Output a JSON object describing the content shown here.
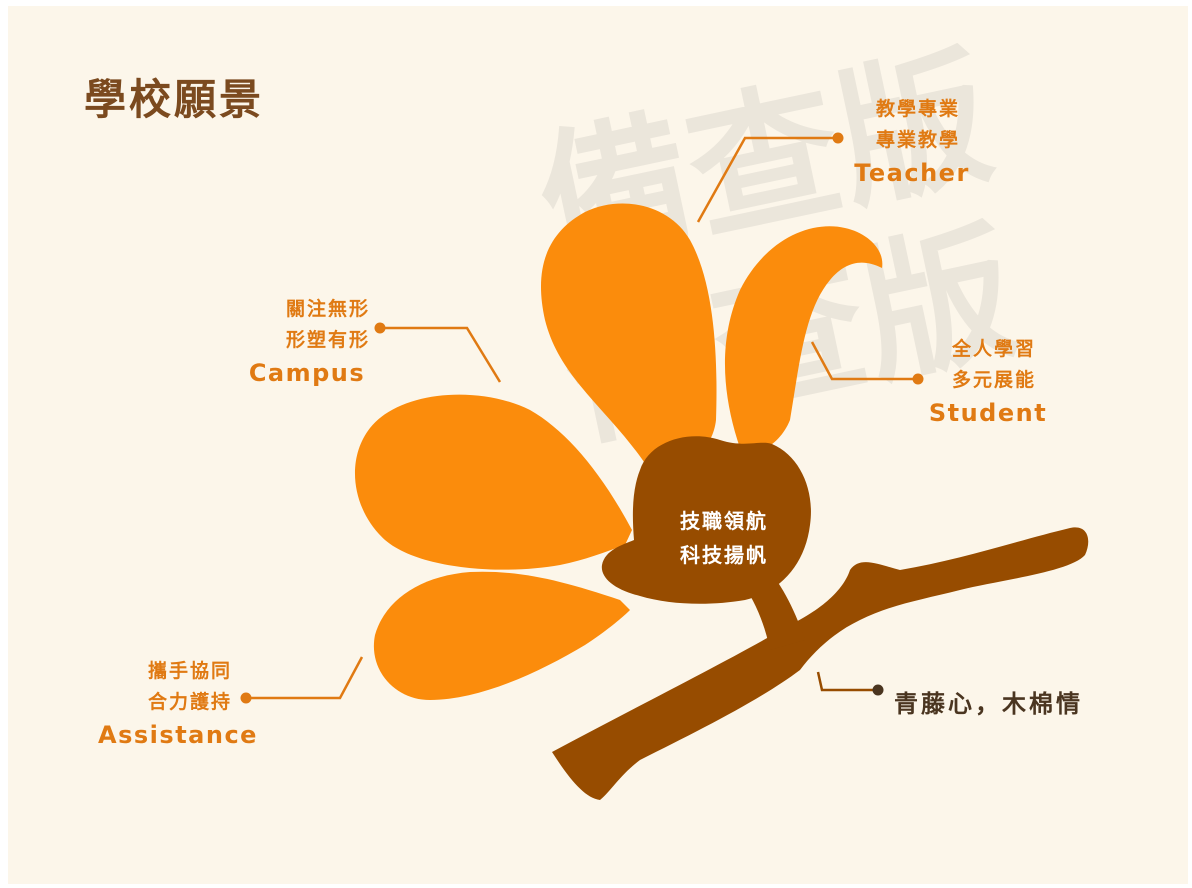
{
  "title": "學校願景",
  "watermark": [
    "備查版",
    "備查版"
  ],
  "colors": {
    "background": "#fcf6ea",
    "petal": "#fb8c0c",
    "stem": "#974c00",
    "label": "#e07a13",
    "title": "#7b4a1f"
  },
  "center": {
    "line1": "技職領航",
    "line2": "科技揚帆"
  },
  "labels": {
    "teacher": {
      "line1": "教學專業",
      "line2": "專業教學",
      "en": "Teacher"
    },
    "campus": {
      "line1": "關注無形",
      "line2": "形塑有形",
      "en": "Campus"
    },
    "student": {
      "line1": "全人學習",
      "line2": "多元展能",
      "en": "Student"
    },
    "assistance": {
      "line1": "攜手協同",
      "line2": "合力護持",
      "en": "Assistance"
    }
  },
  "motto": "青藤心，木棉情"
}
